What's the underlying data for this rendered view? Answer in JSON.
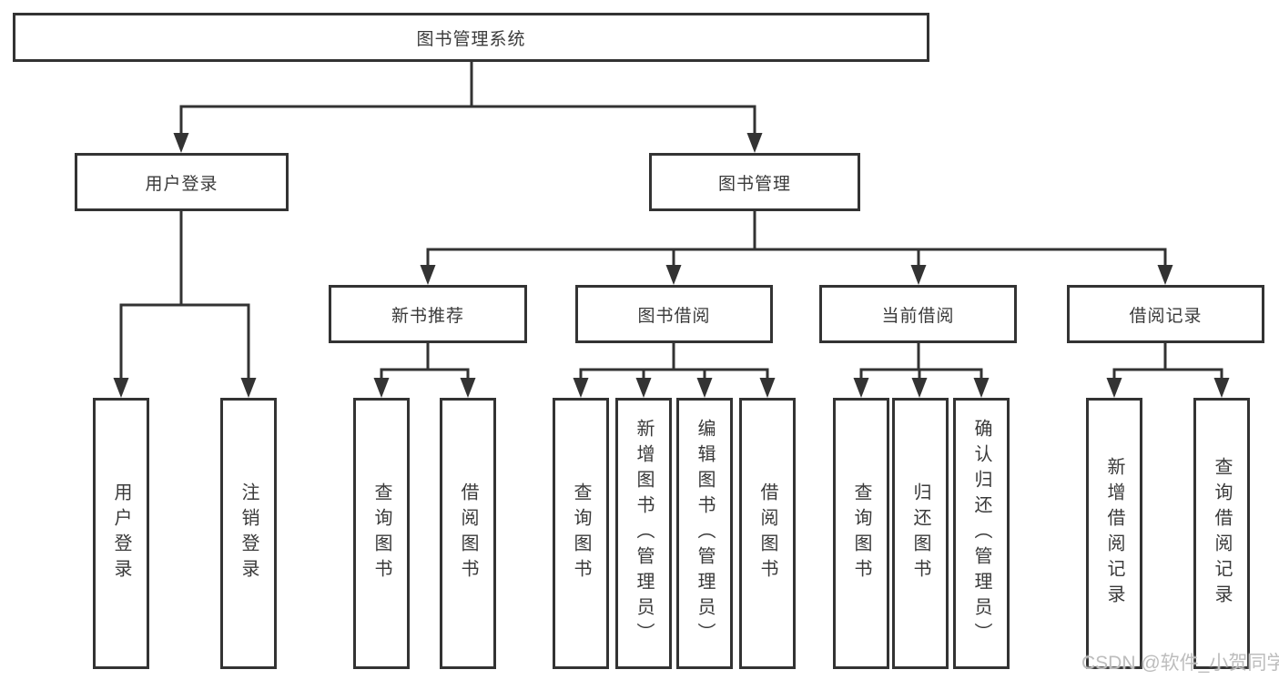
{
  "diagram": {
    "root": "图书管理系统",
    "level2": {
      "user_login": "用户登录",
      "book_management": "图书管理"
    },
    "level3": {
      "new_books": "新书推荐",
      "book_borrow": "图书借阅",
      "current_borrow": "当前借阅",
      "borrow_records": "借阅记录"
    },
    "leaves": {
      "user_login": [
        "用户登录",
        "注销登录"
      ],
      "new_books": [
        "查询图书",
        "借阅图书"
      ],
      "book_borrow": [
        "查询图书",
        "新增图书（管理员）",
        "编辑图书（管理员）",
        "借阅图书"
      ],
      "current_borrow": [
        "查询图书",
        "归还图书",
        "确认归还（管理员）"
      ],
      "borrow_records": [
        "新增借阅记录",
        "查询借阅记录"
      ]
    },
    "colors": {
      "line": "#333333",
      "box_border": "#333333",
      "text": "#3a3a3a",
      "watermark": "#bdbdbd"
    }
  },
  "watermark": "CSDN @软件_小贺同学"
}
